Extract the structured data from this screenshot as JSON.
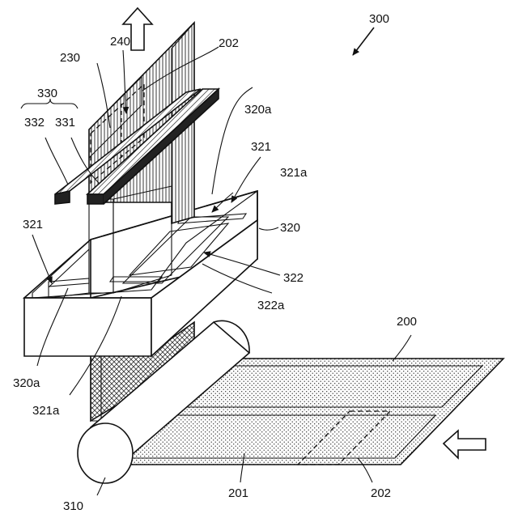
{
  "figure": {
    "labels": {
      "apparatus": "300",
      "substrate": "200",
      "coated_area": "201",
      "film_sheet": "202",
      "film_sheet_top": "202",
      "roller": "310",
      "tank": "320",
      "partition": "321",
      "partition_left": "321",
      "partition_face": "321a",
      "partition_face_left": "321a",
      "tank_inner": "320a",
      "tank_inner_left": "320a",
      "divider": "322",
      "divider_face": "322a",
      "blade_unit": "330",
      "blade_front": "331",
      "blade_back": "332",
      "region_a": "230",
      "region_b": "240"
    },
    "arrows": {
      "pull_up": "up-arrow-icon",
      "feed_in": "left-arrow-icon",
      "apparatus_pointer": "arrow-pointer-icon"
    },
    "colors": {
      "line": "#111111",
      "hatch": "#222222",
      "background": "#ffffff"
    }
  }
}
